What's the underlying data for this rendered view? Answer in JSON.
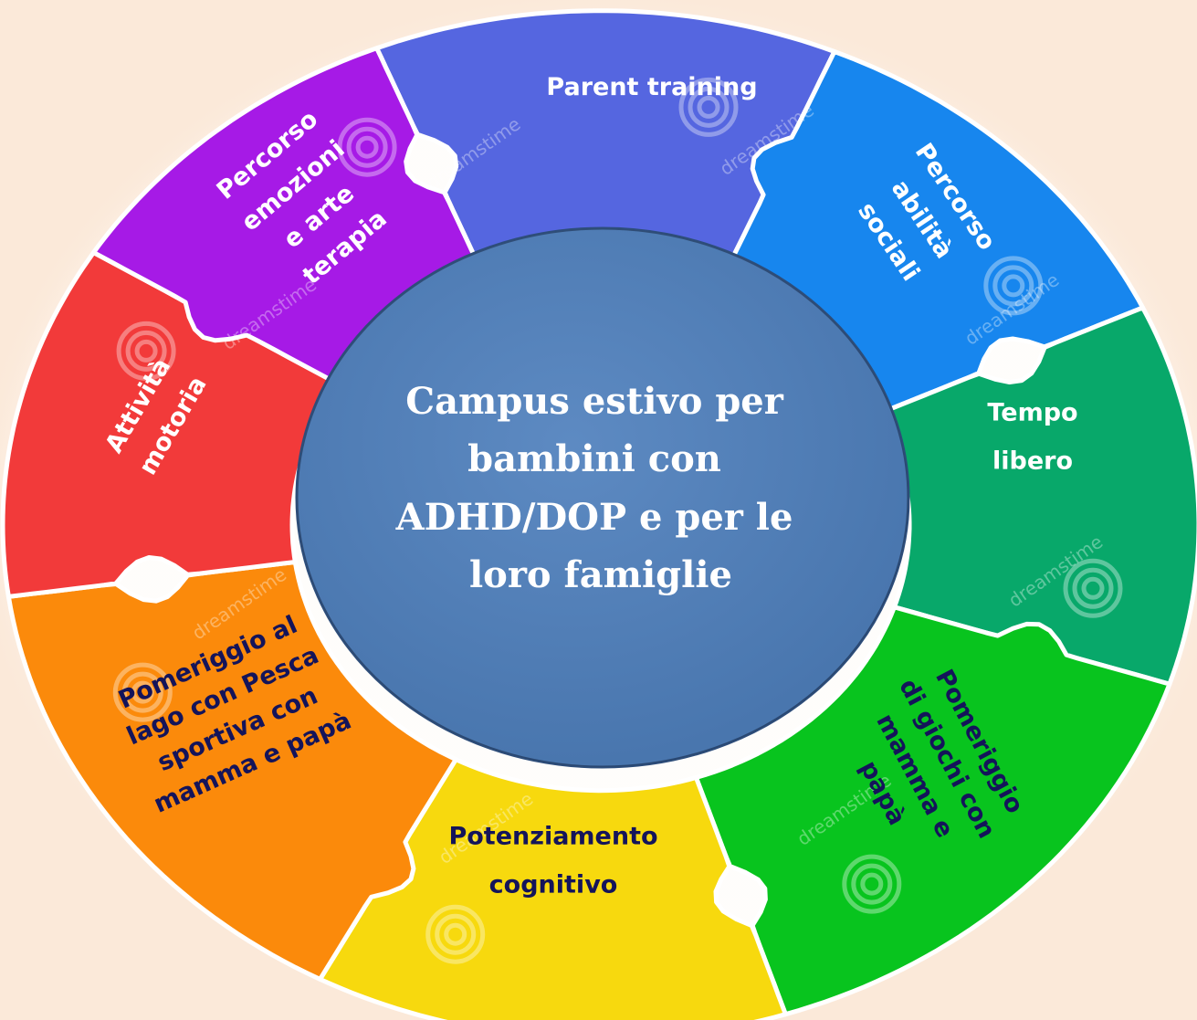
{
  "center": {
    "lines": [
      "Campus estivo per",
      "bambini  con",
      "ADHD/DOP e per le",
      "loro famiglie"
    ],
    "fill": "#4f80bd",
    "text_color": "#ffffff"
  },
  "pieces": [
    {
      "id": "parent-training",
      "color": "#5566e0",
      "text_color": "#ffffff",
      "lines": [
        "Parent training"
      ]
    },
    {
      "id": "percorso-abilita-sociali",
      "color": "#1786ee",
      "text_color": "#ffffff",
      "lines": [
        "Percorso",
        "abilità",
        "sociali"
      ]
    },
    {
      "id": "tempo-libero",
      "color": "#08a86a",
      "text_color": "#ffffff",
      "lines": [
        "Tempo",
        "libero"
      ]
    },
    {
      "id": "pomeriggio-giochi",
      "color": "#08c41e",
      "text_color": "#14145a",
      "lines": [
        "Pomeriggio",
        "di giochi con",
        "mamma e",
        "papà"
      ]
    },
    {
      "id": "potenziamento-cognitivo",
      "color": "#f7d90e",
      "text_color": "#14145a",
      "lines": [
        "Potenziamento",
        "cognitivo"
      ]
    },
    {
      "id": "pomeriggio-lago",
      "color": "#fb8a0b",
      "text_color": "#14145a",
      "lines": [
        "Pomeriggio al",
        "lago con Pesca",
        "sportiva con",
        "mamma e papà"
      ]
    },
    {
      "id": "attivita-motoria",
      "color": "#f23a3a",
      "text_color": "#ffffff",
      "lines": [
        "Attività",
        "motoria"
      ]
    },
    {
      "id": "percorso-emozioni",
      "color": "#a61ae6",
      "text_color": "#ffffff",
      "lines": [
        "Percorso",
        "emozioni",
        "e arte",
        "terapia"
      ]
    }
  ],
  "watermark": {
    "text": "dreamstime",
    "icon": "spiral-logo-icon"
  }
}
